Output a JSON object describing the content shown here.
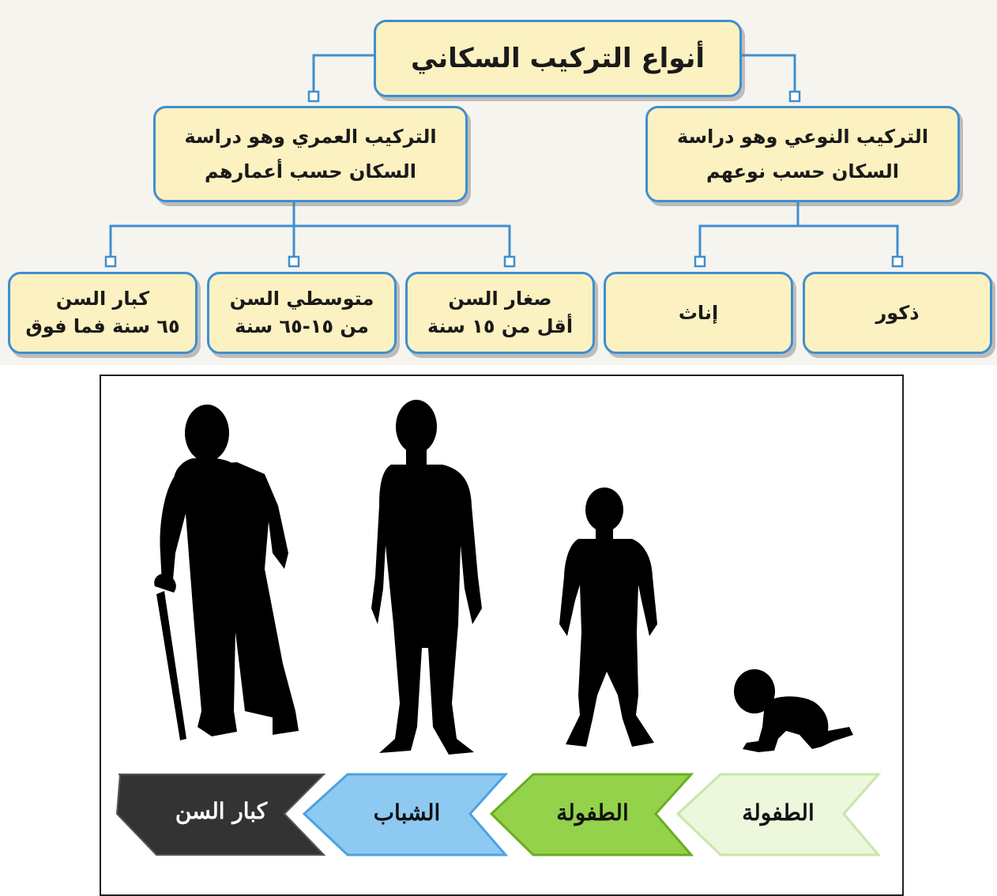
{
  "diagram": {
    "title": "أنواع التركيب السكاني",
    "branches": [
      {
        "id": "age",
        "lines": [
          "التركيب العمري وهو دراسة",
          "السكان حسب أعمارهم"
        ],
        "children": [
          {
            "lines": [
              "كبار السن",
              "٦٥ سنة فما فوق"
            ]
          },
          {
            "lines": [
              "متوسطي السن",
              "من ١٥-٦٥ سنة"
            ]
          },
          {
            "lines": [
              "صغار السن",
              "أقل من ١٥ سنة"
            ]
          }
        ]
      },
      {
        "id": "gender",
        "lines": [
          "التركيب النوعي وهو دراسة",
          "السكان حسب نوعهم"
        ],
        "children": [
          {
            "lines": [
              "إناث"
            ]
          },
          {
            "lines": [
              "ذكور"
            ]
          }
        ]
      }
    ]
  },
  "life_stages": {
    "figures": [
      "elderly-figure-icon",
      "adult-figure-icon",
      "child-figure-icon",
      "crawling-baby-icon"
    ],
    "arrows": [
      {
        "label": "كبار السن",
        "fill": "#333333",
        "text_color": "#ffffff"
      },
      {
        "label": "الشباب",
        "fill": "#8ec9f2",
        "text_color": "#111111"
      },
      {
        "label": "الطفولة",
        "fill": "#93d24a",
        "text_color": "#111111"
      },
      {
        "label": "الطفولة",
        "fill": "#ecf7dc",
        "text_color": "#111111"
      }
    ]
  },
  "colors": {
    "box_fill": "#fcf1c0",
    "box_border": "#3f8fd0",
    "connector": "#3f8fd0"
  }
}
